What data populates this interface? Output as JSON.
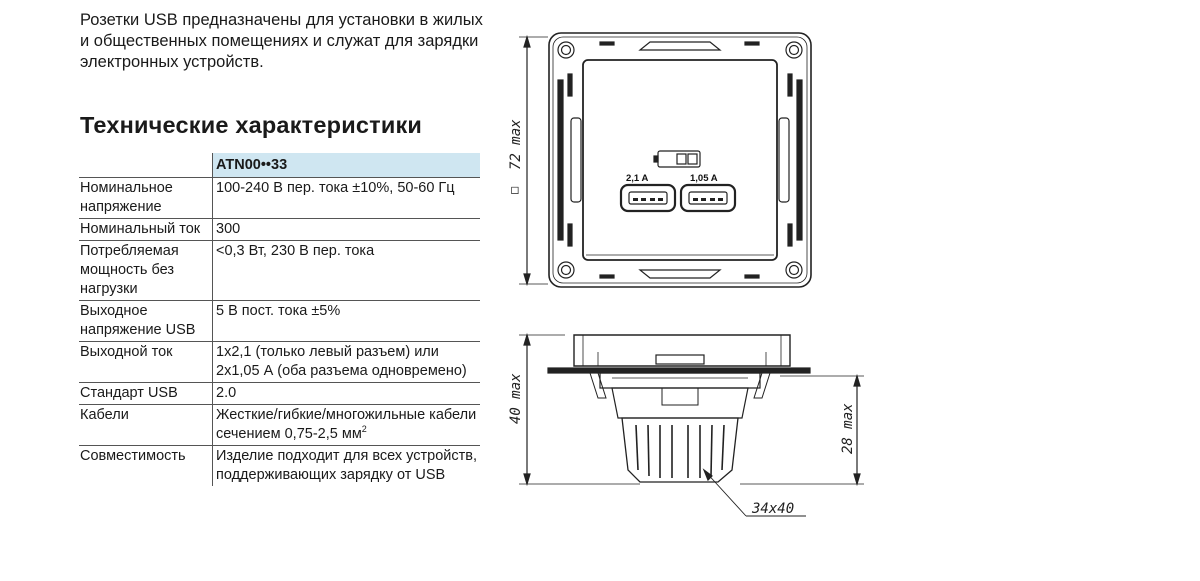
{
  "intro_text": "Розетки USB предназначены для установки в жилых и общественных помещениях и служат для зарядки электронных устройств.",
  "section_title": "Технические характеристики",
  "table": {
    "model": "ATN00••33",
    "rows": [
      {
        "label": "Номинальное напряжение",
        "value": "100-240 В пер. тока ±10%, 50-60 Гц"
      },
      {
        "label": "Номинальный ток",
        "value": "300"
      },
      {
        "label": "Потребляемая мощность без нагрузки",
        "value": "<0,3 Вт, 230 В пер. тока"
      },
      {
        "label": "Выходное напряжение USB",
        "value": "5 В пост. тока ±5%"
      },
      {
        "label": "Выходной ток",
        "value": "1х2,1 (только левый разъем) или 2х1,05 А (оба разъема одновремено)"
      },
      {
        "label": "Стандарт USB",
        "value": "2.0"
      },
      {
        "label": "Кабели",
        "value": "Жесткие/гибкие/многожильные кабели сечением 0,75-2,5 мм",
        "value_sup": "2"
      },
      {
        "label": "Совместимость",
        "value": "Изделие подходит для всех устройств, поддерживающих зарядку от USB"
      }
    ]
  },
  "drawing": {
    "dim_front_height": "72 max",
    "dim_side_height": "40 max",
    "dim_depth": "28 max",
    "dim_box": "34x40",
    "square_symbol": "□",
    "port_left_label": "2,1 A",
    "port_right_label": "1,05 A"
  }
}
